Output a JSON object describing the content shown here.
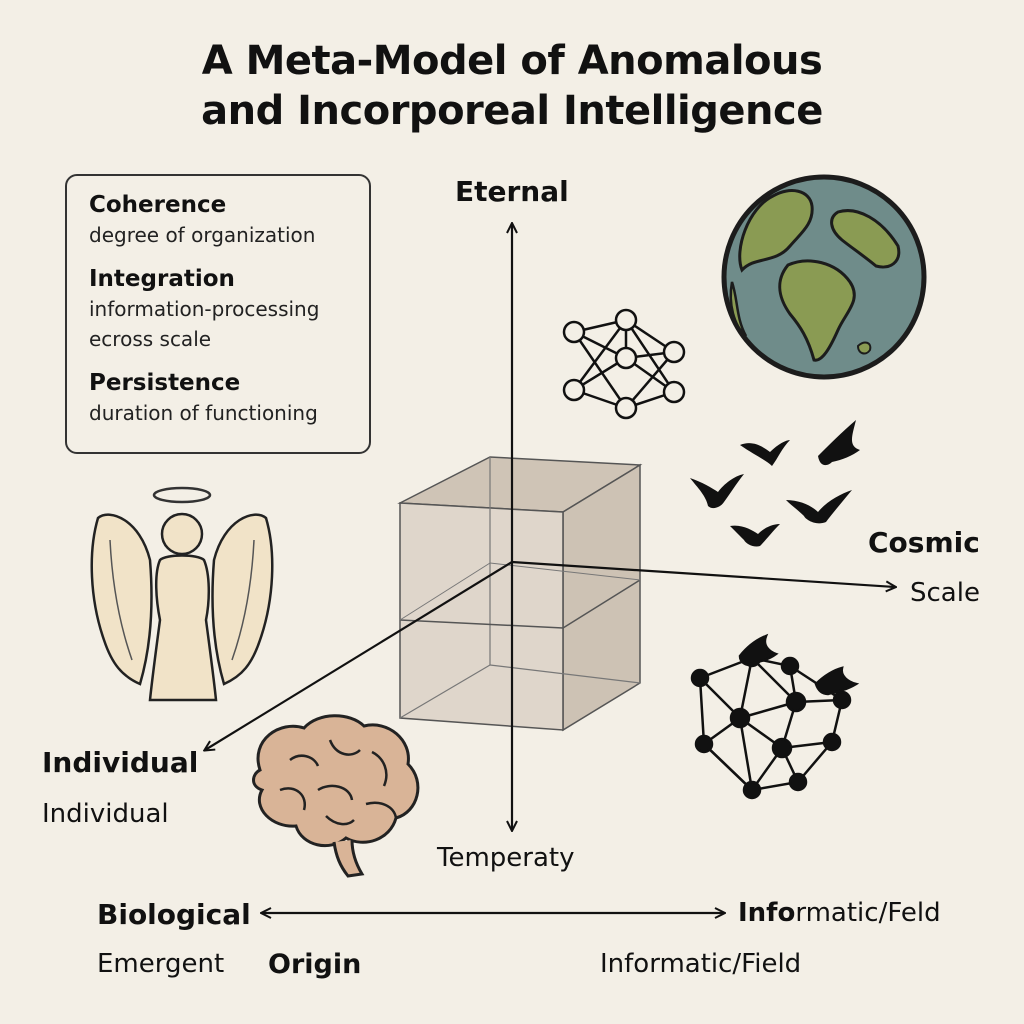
{
  "title": {
    "line1": "A Meta-Model of Anomalous",
    "line2": "and Incorporeal Intelligence"
  },
  "legend": [
    {
      "name": "Coherence",
      "desc": [
        "degree of organization"
      ]
    },
    {
      "name": "Integration",
      "desc": [
        "information-processing",
        "ecross scale"
      ]
    },
    {
      "name": "Persistence",
      "desc": [
        "duration of  functioning"
      ]
    }
  ],
  "axes": {
    "vertical_top": "Eternal",
    "vertical_bottom": "Temperaty",
    "horizontal_end": "Cosmic",
    "horizontal_sub": "Scale",
    "diagonal_end": "Individual",
    "diagonal_sub": "Individual",
    "origin_left": "Biological",
    "origin_left_sub1": "Emergent",
    "origin_left_sub2": "Origin",
    "origin_right_prefix": "Info",
    "origin_right_rest": "rmatic/Feld",
    "origin_right_sub": "Informatic/Field"
  },
  "icons": [
    "angel-icon",
    "brain-icon",
    "earth-icon",
    "neural-network-icon",
    "birds-flock-icon",
    "network-graph-icon"
  ],
  "colors": {
    "background": "#f3efe6",
    "cube_fill": "#d9cfc2",
    "angel": "#f1e3c8",
    "brain": "#d9b497",
    "ocean": "#6f8c8a",
    "land": "#8a9b53"
  }
}
